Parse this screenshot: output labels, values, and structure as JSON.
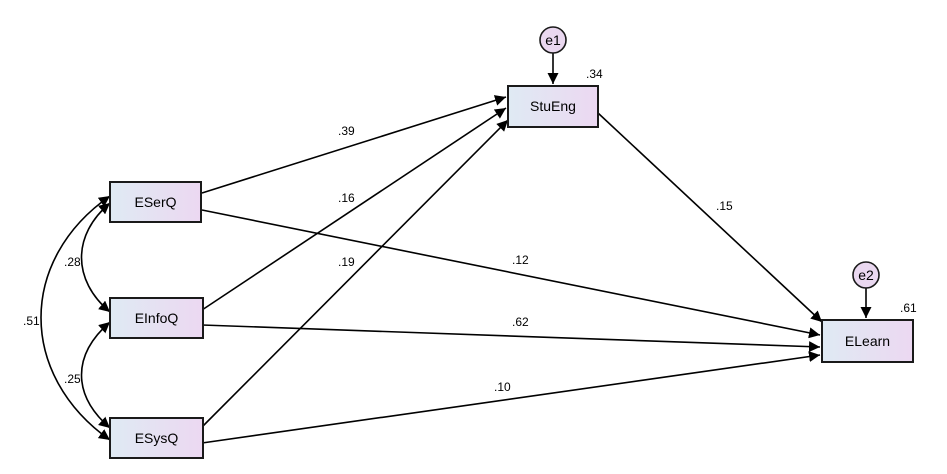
{
  "nodes": {
    "eserq": "ESerQ",
    "einfoq": "EInfoQ",
    "esysq": "ESysQ",
    "stueng": "StuEng",
    "elearn": "ELearn"
  },
  "errors": {
    "e1": "e1",
    "e2": "e2"
  },
  "r_squared": {
    "stueng": ".34",
    "elearn": ".61"
  },
  "paths": {
    "eserq_stueng": ".39",
    "einfoq_stueng": ".16",
    "esysq_stueng": ".19",
    "stueng_elearn": ".15",
    "eserq_elearn": ".12",
    "einfoq_elearn": ".62",
    "esysq_elearn": ".10"
  },
  "correlations": {
    "eserq_einfoq": ".28",
    "einfoq_esysq": ".25",
    "eserq_esysq": ".51"
  },
  "colors": {
    "node_fill_left": "#dfeaf3",
    "node_fill_right": "#ecd8f2",
    "error_fill": "#ead8f0"
  }
}
